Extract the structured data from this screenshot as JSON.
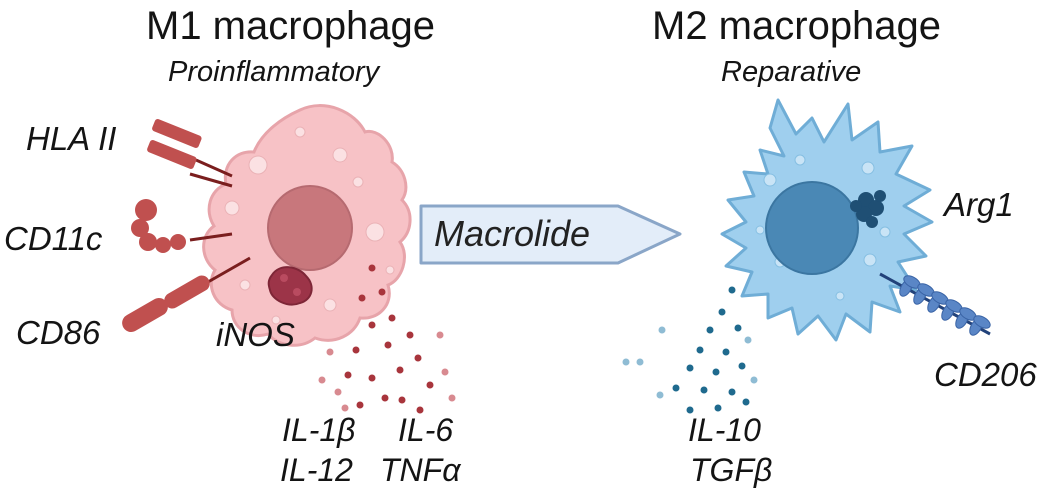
{
  "m1": {
    "title": "M1 macrophage",
    "subtitle": "Proinflammatory",
    "markers": {
      "hla": "HLA II",
      "cd11c": "CD11c",
      "cd86": "CD86",
      "inos": "iNOS"
    },
    "cytokines": {
      "il1b": "IL-1β",
      "il6": "IL-6",
      "il12": "IL-12",
      "tnfa": "TNFα"
    }
  },
  "arrow": {
    "label": "Macrolide"
  },
  "m2": {
    "title": "M2 macrophage",
    "subtitle": "Reparative",
    "markers": {
      "arg1": "Arg1",
      "cd206": "CD206"
    },
    "cytokines": {
      "il10": "IL-10",
      "tgfb": "TGFβ"
    }
  },
  "colors": {
    "m1_cell": "#f7c2c6",
    "m1_nucleus": "#c8777c",
    "m1_receptor": "#c0504f",
    "m2_cell": "#9fcfee",
    "m2_nucleus": "#4a88b5",
    "m2_cytokine": "#1f6a8e",
    "arrow_fill": "#e3edf9"
  }
}
